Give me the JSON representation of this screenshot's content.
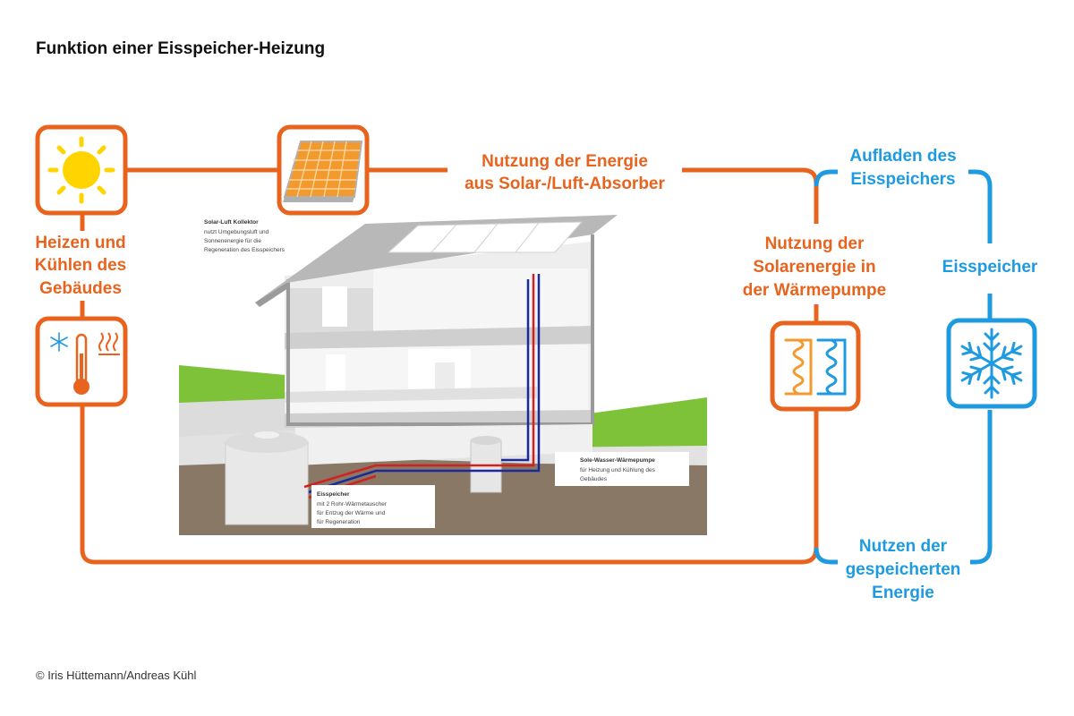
{
  "title": "Funktion einer Eisspeicher-Heizung",
  "labels": {
    "heizen": [
      "Heizen und",
      "Kühlen des",
      "Gebäudes"
    ],
    "nutzung_energie": [
      "Nutzung der Energie",
      "aus Solar-/Luft-Absorber"
    ],
    "aufladen": [
      "Aufladen des",
      "Eisspeichers"
    ],
    "solarenergie_wp": [
      "Nutzung der",
      "Solarenergie in",
      "der Wärmepumpe"
    ],
    "eisspeicher": "Eisspeicher",
    "nutzen": [
      "Nutzen der",
      "gespeicherten",
      "Energie"
    ]
  },
  "captions": {
    "kollektor": {
      "heading": "Solar-Luft Kollektor",
      "lines": [
        "nutzt Umgebungsluft und",
        "Sonnenenergie für die",
        "Regeneration des Eisspeichers"
      ]
    },
    "waermepumpe": {
      "heading": "Sole-Wasser-Wärmepumpe",
      "lines": [
        "für Heizung und Kühlung des",
        "Gebäudes"
      ]
    },
    "eisspeicher": {
      "heading": "Eisspeicher",
      "lines": [
        "mit 2 Rohr-Wärmetauscher",
        "für Entzug der Wärme und",
        "für Regeneration"
      ]
    }
  },
  "icons": [
    "sun-icon",
    "solar-panel-icon",
    "thermometer-icon",
    "heat-exchanger-icon",
    "snowflake-icon"
  ],
  "colors": {
    "orange": "#e8641e",
    "blue": "#1e9be0",
    "sun": "#ffd400",
    "green": "#7ec23a",
    "ground": "#8a7866"
  },
  "credit": "© Iris Hüttemann/Andreas Kühl"
}
